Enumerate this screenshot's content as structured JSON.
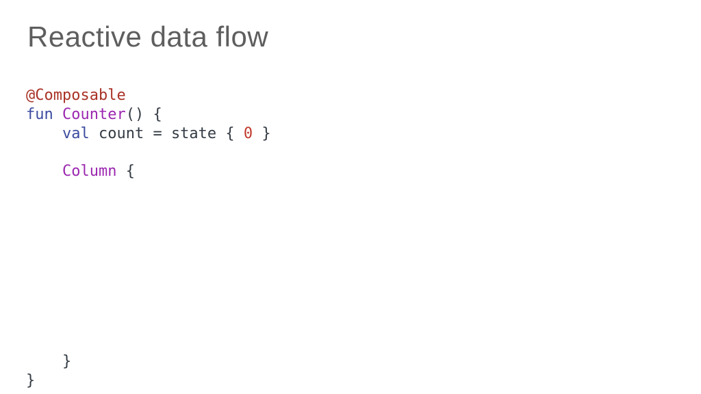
{
  "slide": {
    "title": "Reactive data flow",
    "background_color": "#ffffff",
    "title_color": "#5e5e5e"
  },
  "theme": {
    "plain": "#343b44",
    "annotation": "#a93226",
    "keyword": "#3b4ba0",
    "type": "#9b27b0",
    "number": "#c0392b",
    "punct": "#343b44"
  },
  "code": {
    "language": "kotlin",
    "full_text": "@Composable\nfun Counter() {\n    val count = state { 0 }\n\n    Column {\n\n\n\n\n\n\n\n\n\n    }\n}",
    "lines": [
      {
        "index": 0,
        "text": "@Composable",
        "tokens": [
          {
            "t": "@Composable",
            "k": "annotation"
          }
        ]
      },
      {
        "index": 1,
        "text": "fun Counter() {",
        "tokens": [
          {
            "t": "fun",
            "k": "keyword"
          },
          {
            "t": " ",
            "k": "plain"
          },
          {
            "t": "Counter",
            "k": "type"
          },
          {
            "t": "() {",
            "k": "punct"
          }
        ]
      },
      {
        "index": 2,
        "text": "    val count = state { 0 }",
        "tokens": [
          {
            "t": "    ",
            "k": "plain"
          },
          {
            "t": "val",
            "k": "keyword"
          },
          {
            "t": " count = state { ",
            "k": "plain"
          },
          {
            "t": "0",
            "k": "number"
          },
          {
            "t": " }",
            "k": "plain"
          }
        ]
      },
      {
        "index": 3,
        "text": "",
        "tokens": []
      },
      {
        "index": 4,
        "text": "    Column {",
        "tokens": [
          {
            "t": "    ",
            "k": "plain"
          },
          {
            "t": "Column",
            "k": "type"
          },
          {
            "t": " {",
            "k": "punct"
          }
        ]
      },
      {
        "index": 5,
        "text": "",
        "tokens": []
      },
      {
        "index": 6,
        "text": "",
        "tokens": []
      },
      {
        "index": 7,
        "text": "",
        "tokens": []
      },
      {
        "index": 8,
        "text": "",
        "tokens": []
      },
      {
        "index": 9,
        "text": "",
        "tokens": []
      },
      {
        "index": 10,
        "text": "",
        "tokens": []
      },
      {
        "index": 11,
        "text": "",
        "tokens": []
      },
      {
        "index": 12,
        "text": "",
        "tokens": []
      },
      {
        "index": 13,
        "text": "",
        "tokens": []
      },
      {
        "index": 14,
        "text": "    }",
        "tokens": [
          {
            "t": "    ",
            "k": "plain"
          },
          {
            "t": "}",
            "k": "punct"
          }
        ]
      },
      {
        "index": 15,
        "text": "}",
        "tokens": [
          {
            "t": "}",
            "k": "punct"
          }
        ]
      }
    ]
  }
}
